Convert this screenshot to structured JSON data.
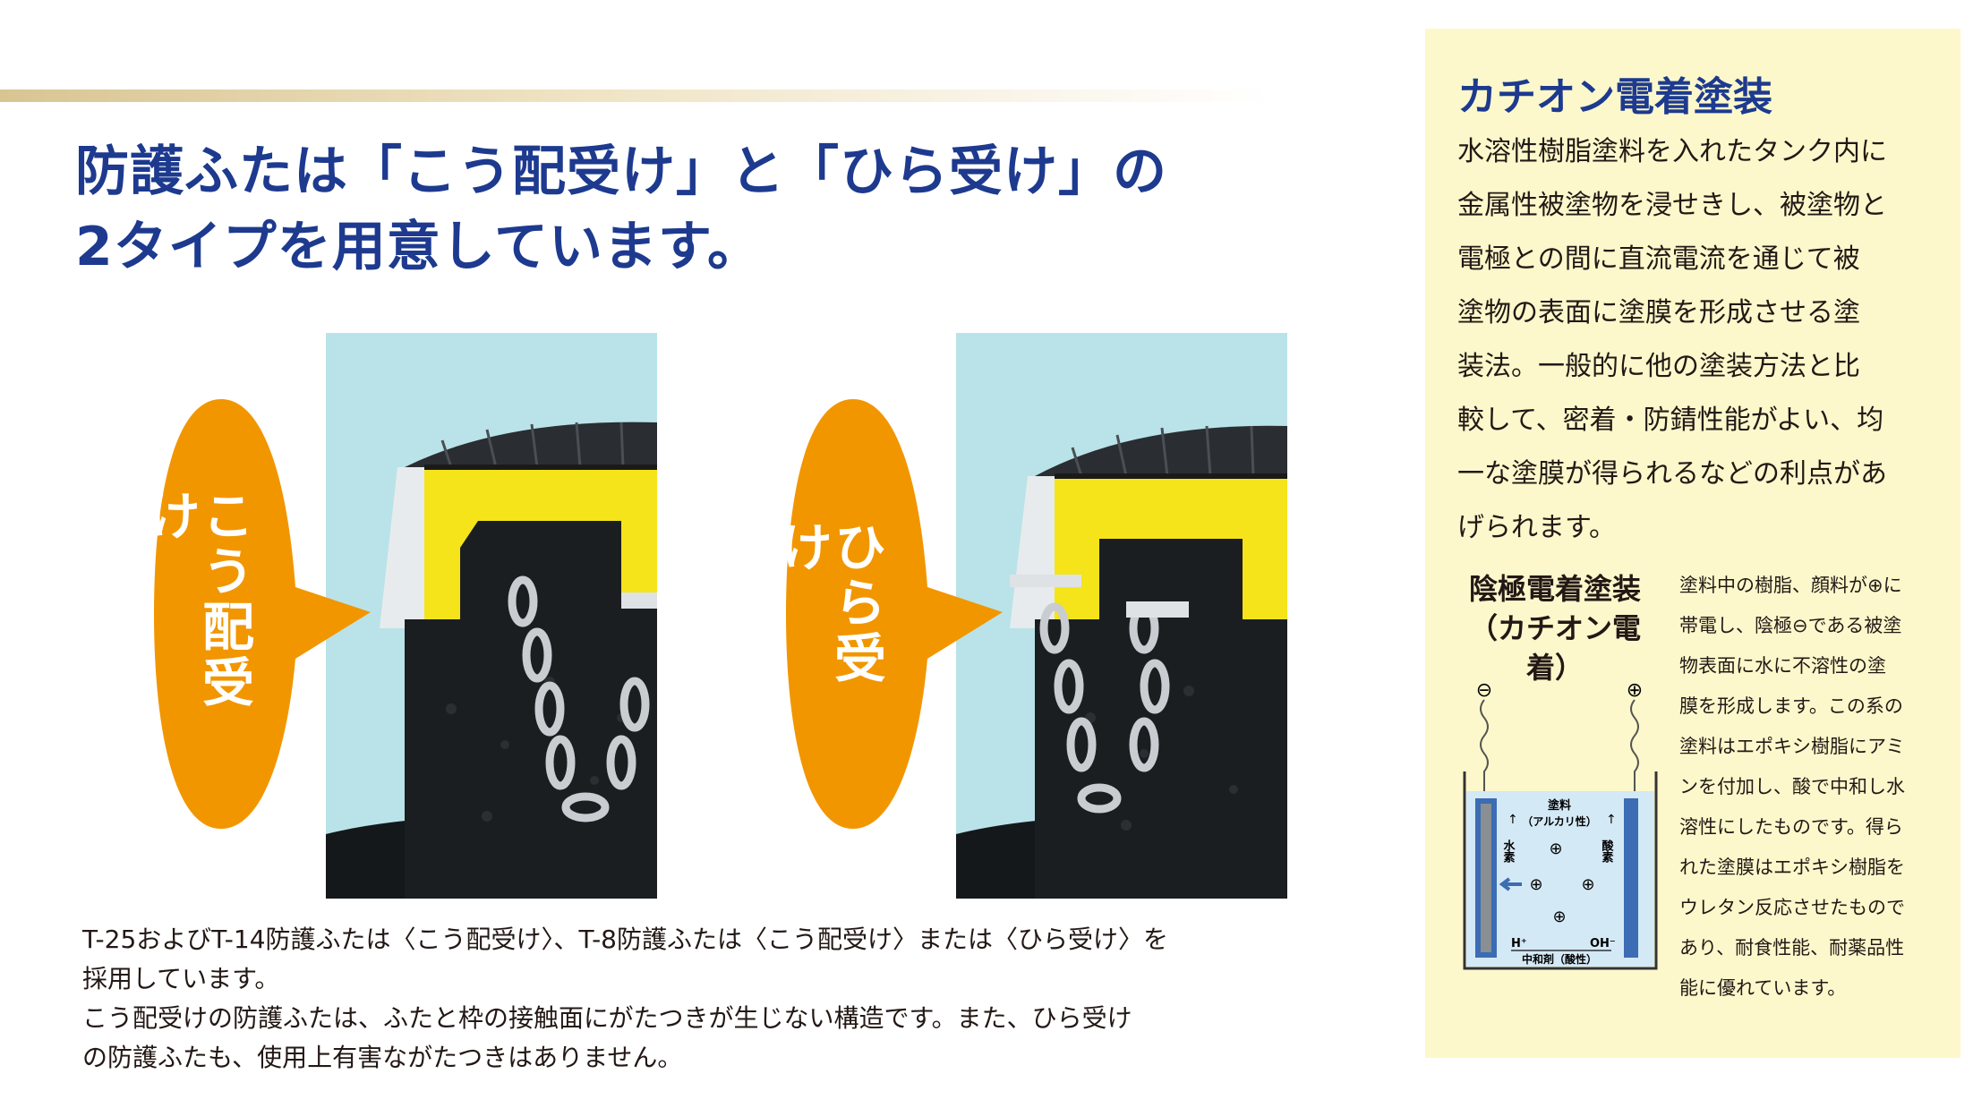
{
  "headline": {
    "line1": "防護ふたは「こう配受け」と「ひら受け」の",
    "line2": "2タイプを用意しています。"
  },
  "photos": {
    "left_label": "こう配受け",
    "right_label": "ひら受け",
    "bubble_color": "#f29600",
    "sky_color": "#b9e3e8",
    "yellow_part_color": "#f5e41a"
  },
  "caption": {
    "line1": "T-25およびT-14防護ふたは〈こう配受け〉、T-8防護ふたは〈こう配受け〉または〈ひら受け〉を",
    "line2": "採用しています。",
    "line3": "こう配受けの防護ふたは、ふたと枠の接触面にがたつきが生じない構造です。また、ひら受け",
    "line4": "の防護ふたも、使用上有害ながたつきはありません。"
  },
  "panel": {
    "title": "カチオン電着塗装",
    "body_lines": [
      "水溶性樹脂塗料を入れたタンク内に",
      "金属性被塗物を浸せきし、被塗物と",
      "電極との間に直流電流を通じて被",
      "塗物の表面に塗膜を形成させる塗",
      "装法。一般的に他の塗装方法と比",
      "較して、密着・防錆性能がよい、均",
      "一な塗膜が得られるなどの利点があ",
      "げられます。"
    ],
    "sub_title_1": "陰極電着塗装",
    "sub_title_2": "（カチオン電着）",
    "sub_body_lines": [
      "塗料中の樹脂、顔料が⊕に",
      "帯電し、陰極⊖である被塗",
      "物表面に水に不溶性の塗",
      "膜を形成します。この系の",
      "塗料はエポキシ樹脂にアミ",
      "ンを付加し、酸で中和し水",
      "溶性にしたものです。得ら",
      "れた塗膜はエポキシ樹脂を",
      "ウレタン反応させたもので",
      "あり、耐食性能、耐薬品性",
      "能に優れています。"
    ],
    "background_color": "#fcf8cb",
    "title_color": "#1d3a8f"
  },
  "diagram": {
    "cathode_symbol": "⊖",
    "anode_symbol": "⊕",
    "paint_label": "塗料",
    "paint_sub_label": "（アルカリ性）",
    "hydrogen_label": "水素",
    "oxygen_label": "酸素",
    "h_ion_label": "H⁺",
    "oh_ion_label": "OH⁻",
    "neutralizer_label": "中和剤（酸性）",
    "particle_symbol": "⊕",
    "liquid_color": "#d4e9f6",
    "electrode_color": "#3b6cb4"
  }
}
